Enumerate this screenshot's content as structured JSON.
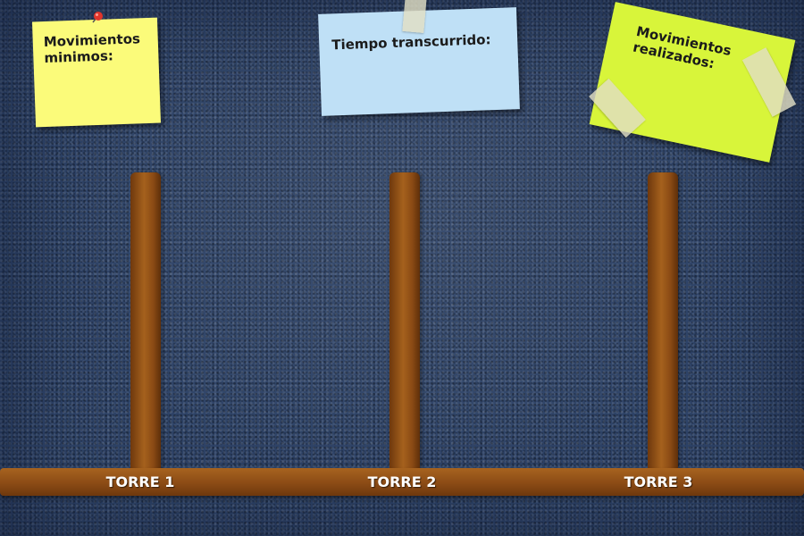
{
  "notes": {
    "min_moves": {
      "line1": "Movimientos",
      "line2": "minimos:"
    },
    "elapsed_time": {
      "label": "Tiempo transcurrido:"
    },
    "moves_made": {
      "line1": "Movimientos",
      "line2": "realizados:"
    }
  },
  "towers": [
    {
      "label": "TORRE 1"
    },
    {
      "label": "TORRE 2"
    },
    {
      "label": "TORRE 3"
    }
  ],
  "colors": {
    "background": "#2f4468",
    "wood": "#8b4b15",
    "note_yellow": "#fbfb7a",
    "note_blue": "#bfe0f6",
    "note_green": "#d8f53a",
    "pin": "#e0352b"
  },
  "icons": [
    "pushpin-icon",
    "tape-icon"
  ]
}
